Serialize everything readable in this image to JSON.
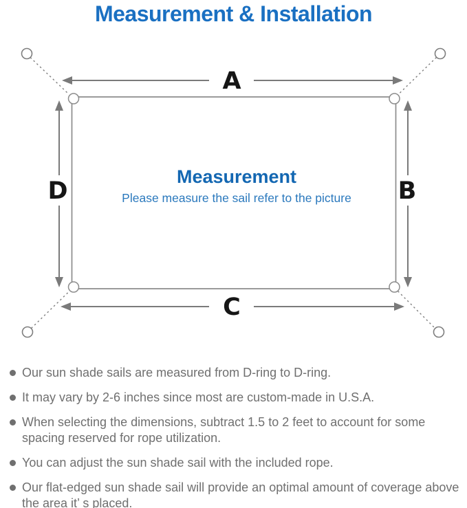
{
  "page": {
    "title": "Measurement & Installation"
  },
  "diagram": {
    "heading": "Measurement",
    "subheading": "Please measure the sail refer to the picture",
    "labels": {
      "top": "A",
      "right": "B",
      "bottom": "C",
      "left": "D"
    },
    "colors": {
      "title_blue": "#1a70c2",
      "heading_blue": "#1367b2",
      "subtitle_blue": "#2b79bd",
      "diagram_gray": "#7a7a7a",
      "outline_gray": "#8c8c8c",
      "label_black": "#161616",
      "note_gray": "#6f6f6f"
    }
  },
  "notes": {
    "items": [
      "Our sun shade sails are measured from D-ring to D-ring.",
      "It may vary by 2-6 inches since most are custom-made in U.S.A.",
      "When selecting the dimensions, subtract 1.5 to 2 feet to account for some spacing reserved for rope utilization.",
      "You can adjust the sun shade sail with the included rope.",
      "Our flat-edged sun shade sail will provide an optimal amount of coverage above the area it’ s placed."
    ]
  }
}
